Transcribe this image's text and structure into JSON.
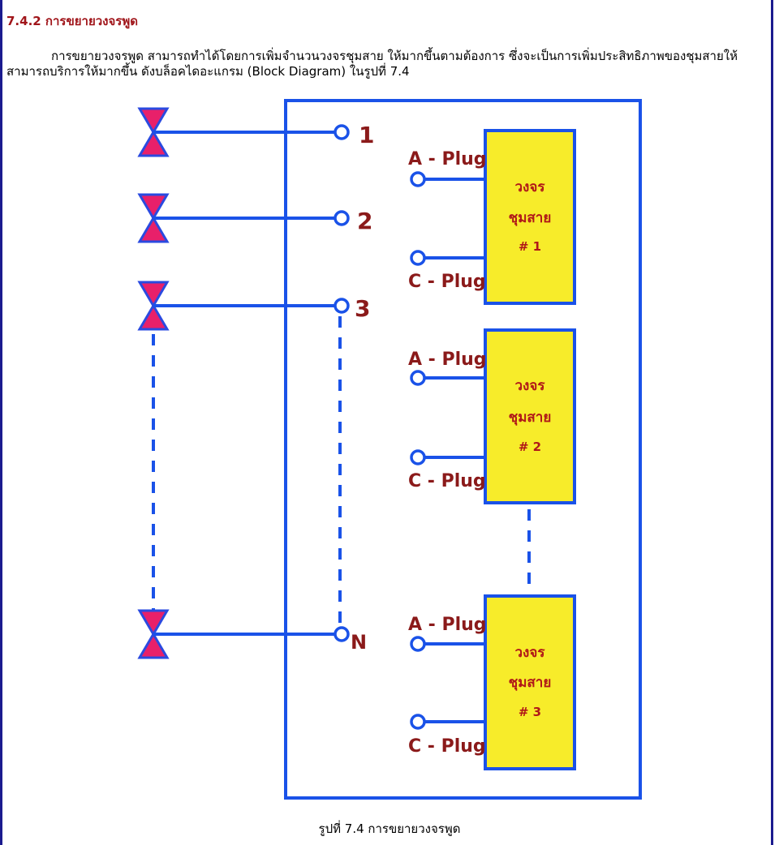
{
  "section": {
    "heading": "7.4.2 การขยายวงจรพูด",
    "paragraph": "การขยายวงจรพูด สามารถทำได้โดยการเพิ่มจำนวนวงจรชุมสาย ให้มากขึ้นตามต้องการ ซึ่งจะเป็นการเพิ่มประสิทธิภาพของชุมสายให้สามารถบริการให้มากขึ้น ดังบล็อคไดอะแกรม (Block Diagram) ในรูปที่ 7.4",
    "caption": "รูปที่ 7.4 การขยายวงจรพูด"
  },
  "diagram": {
    "terminals": [
      "1",
      "2",
      "3",
      "N"
    ],
    "blocks": [
      {
        "line1": "วงจร",
        "line2": "ชุมสาย",
        "line3": "# 1",
        "a_plug": "A - Plug",
        "c_plug": "C - Plug"
      },
      {
        "line1": "วงจร",
        "line2": "ชุมสาย",
        "line3": "# 2",
        "a_plug": "A - Plug",
        "c_plug": "C - Plug"
      },
      {
        "line1": "วงจร",
        "line2": "ชุมสาย",
        "line3": "# 3",
        "a_plug": "A - Plug",
        "c_plug": "C - Plug"
      }
    ]
  },
  "colors": {
    "line": "#1a52e8",
    "block_fill": "#f7ec2a",
    "block_text": "#b01818",
    "plug_text": "#8b1a1a",
    "terminal_text": "#8b1a1a",
    "hourglass_fill": "#e8206a",
    "hourglass_edge": "#2a4ae0",
    "heading": "#a0151a"
  }
}
